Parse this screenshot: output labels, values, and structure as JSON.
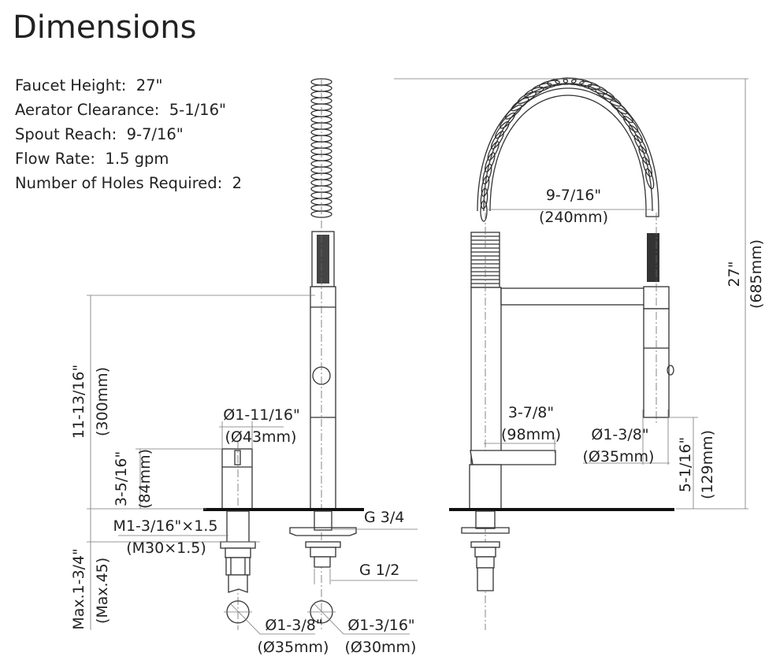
{
  "title": "Dimensions",
  "specs": [
    {
      "label": "Faucet Height:",
      "value": "27\""
    },
    {
      "label": "Aerator Clearance:",
      "value": "5-1/16\""
    },
    {
      "label": "Spout Reach:",
      "value": "9-7/16\""
    },
    {
      "label": "Flow Rate:",
      "value": "1.5 gpm"
    },
    {
      "label": "Number of Holes Required:",
      "value": "2"
    }
  ],
  "dims": {
    "height_in": "27\"",
    "height_mm": "(685mm)",
    "reach_in": "9-7/16\"",
    "reach_mm": "(240mm)",
    "clearance_in": "5-1/16\"",
    "clearance_mm": "(129mm)",
    "spray_dia_in": "Ø1-3/8\"",
    "spray_dia_mm": "(Ø35mm)",
    "handle_reach_in": "3-7/8\"",
    "handle_reach_mm": "(98mm)",
    "body_height_in": "11-13/16\"",
    "body_height_mm": "(300mm)",
    "handle_height_in": "3-5/16\"",
    "handle_height_mm": "(84mm)",
    "handle_dia_in": "Ø1-11/16\"",
    "handle_dia_mm": "(Ø43mm)",
    "thread_in": "M1-3/16\"×1.5",
    "thread_mm": "(M30×1.5)",
    "deck_in": "Max.1-3/4\"",
    "deck_mm": "(Max.45)",
    "g34": "G 3/4",
    "g12": "G 1/2",
    "hole1_in": "Ø1-3/8\"",
    "hole1_mm": "(Ø35mm)",
    "hole2_in": "Ø1-3/16\"",
    "hole2_mm": "(Ø30mm)"
  }
}
